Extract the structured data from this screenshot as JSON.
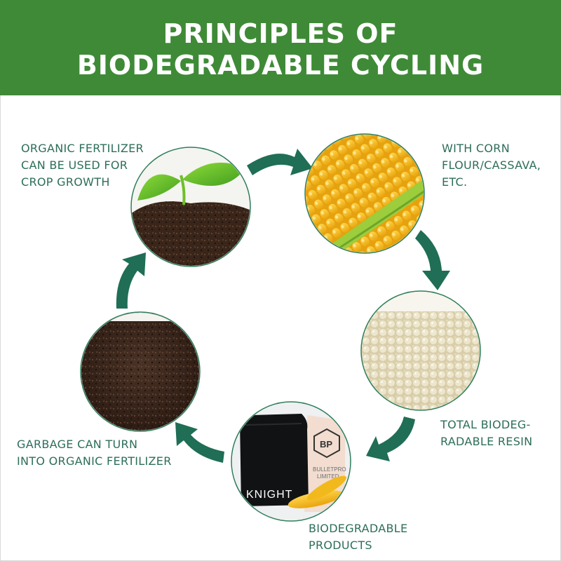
{
  "title": {
    "line1": "PRINCIPLES OF",
    "line2": "BIODEGRADABLE CYCLING"
  },
  "colors": {
    "header": "#3f8a37",
    "arrow": "#1f6e55",
    "caption": "#2d6e5a",
    "ring": "#2f7d5a"
  },
  "stages": {
    "sprout": {
      "line1": "ORGANIC FERTILIZER",
      "line2": "CAN BE USED FOR",
      "line3": "CROP GROWTH"
    },
    "corn": {
      "line1": "WITH CORN",
      "line2": "FLOUR/CASSAVA,",
      "line3": "ETC."
    },
    "resin": {
      "line1": "TOTAL BIODEG-",
      "line2": "RADABLE RESIN"
    },
    "products": {
      "line1": "BIODEGRADABLE",
      "line2": "PRODUCTS",
      "bag_brand": "KNIGHT",
      "box_logo": "BP",
      "box_text1": "BULLETPRO",
      "box_text2": "LIMITED"
    },
    "soil": {
      "line1": "GARBAGE CAN TURN",
      "line2": "INTO ORGANIC FERTILIZER"
    }
  },
  "icons": [
    "sprout-photo",
    "corn-photo",
    "resin-pellets-photo",
    "biodegradable-bags-photo",
    "soil-photo",
    "cycle-arrow-icon"
  ]
}
